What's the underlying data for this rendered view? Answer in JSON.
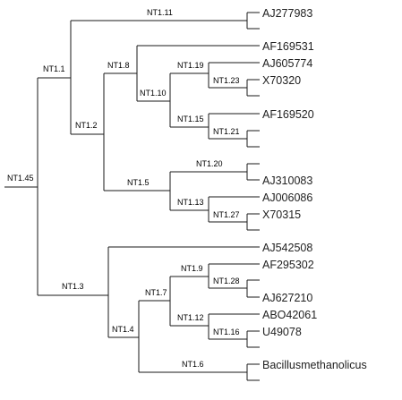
{
  "tree": {
    "node_labels": {
      "n145": "NT1.45",
      "n11": "NT1.1",
      "n111": "NT1.11",
      "n12": "NT1.2",
      "n18": "NT1.8",
      "n110": "NT1.10",
      "n119": "NT1.19",
      "n123": "NT1.23",
      "n115": "NT1.15",
      "n121": "NT1.21",
      "n15": "NT1.5",
      "n120": "NT1.20",
      "n113": "NT1.13",
      "n127": "NT1.27",
      "n13": "NT1.3",
      "n14": "NT1.4",
      "n17": "NT1.7",
      "n19": "NT1.9",
      "n128": "NT1.28",
      "n112": "NT1.12",
      "n116": "NT1.16",
      "n16": "NT1.6"
    },
    "leaf_labels": {
      "l1": "AJ277983",
      "l2": "AF169531",
      "l3": "AJ605774",
      "l4": "X70320",
      "l5": "AF169520",
      "l6": "",
      "l7": "",
      "l8": "",
      "l9": "AJ310083",
      "l10": "AJ006086",
      "l11": "X70315",
      "l12": "",
      "l13": "AJ542508",
      "l14": "AF295302",
      "l15": "",
      "l16": "AJ627210",
      "l17": "ABO42061",
      "l18": "U49078",
      "l19": "",
      "l20": "Bacillusmethanolicus",
      "l21": ""
    }
  }
}
